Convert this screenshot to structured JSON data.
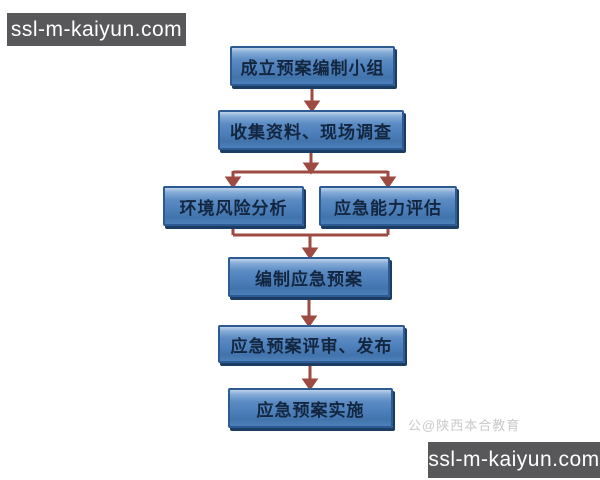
{
  "watermarks": {
    "top_left": "ssl-m-kaiyun.com",
    "bottom_right": "ssl-m-kaiyun.com",
    "faint_credit": "公@陕西本合教育"
  },
  "flowchart": {
    "nodes": [
      {
        "id": "establish",
        "label": "成立预案编制小组"
      },
      {
        "id": "collect",
        "label": "收集资料、现场调查"
      },
      {
        "id": "risk",
        "label": "环境风险分析"
      },
      {
        "id": "capability",
        "label": "应急能力评估"
      },
      {
        "id": "compile",
        "label": "编制应急预案"
      },
      {
        "id": "review",
        "label": "应急预案评审、发布"
      },
      {
        "id": "implement",
        "label": "应急预案实施"
      }
    ],
    "edges": [
      {
        "from": "establish",
        "to": "collect"
      },
      {
        "from": "collect",
        "to": "risk"
      },
      {
        "from": "collect",
        "to": "capability"
      },
      {
        "from": "risk",
        "to": "compile"
      },
      {
        "from": "capability",
        "to": "compile"
      },
      {
        "from": "compile",
        "to": "review"
      },
      {
        "from": "review",
        "to": "implement"
      }
    ],
    "colors": {
      "node_fill": "#4f81bd",
      "node_fill_highlight": "#bdd3ea",
      "node_border": "#2d5a92",
      "node_shadow": "#1b3c63",
      "node_text": "#13263f",
      "arrow": "#9d4a42",
      "watermark_bar_bg": "#58585a",
      "watermark_bar_text": "#ffffff",
      "faint_watermark_text": "#c9c9c9",
      "background": "#ffffff"
    }
  }
}
